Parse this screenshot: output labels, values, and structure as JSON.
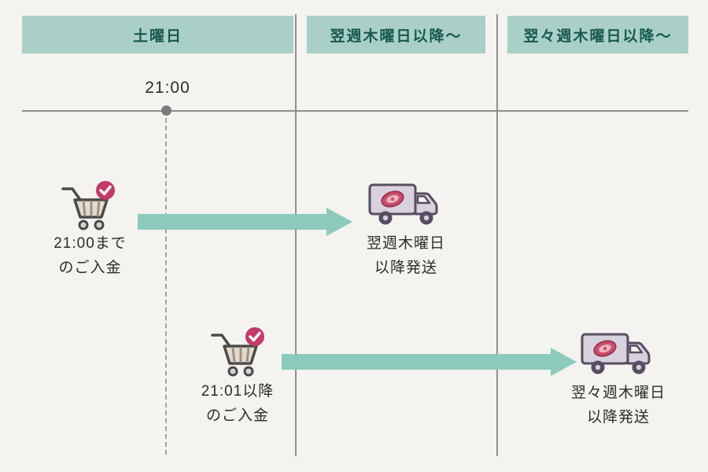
{
  "diagram": {
    "columns": [
      {
        "label": "土曜日"
      },
      {
        "label": "翌週木曜日以降〜"
      },
      {
        "label": "翌々週木曜日以降〜"
      }
    ],
    "timeline": {
      "time": "21:00"
    },
    "scenarios": [
      {
        "payment": {
          "line1": "21:00まで",
          "line2": "のご入金"
        },
        "shipping": {
          "line1": "翌週木曜日",
          "line2": "以降発送"
        }
      },
      {
        "payment": {
          "line1": "21:01以降",
          "line2": "のご入金"
        },
        "shipping": {
          "line1": "翌々週木曜日",
          "line2": "以降発送"
        }
      }
    ],
    "icons": {
      "cart": "shopping-cart-with-check-icon",
      "truck": "delivery-truck-with-meat-icon"
    },
    "colors": {
      "background": "#f4f3ef",
      "header_bg": "#a9cfc6",
      "header_text": "#17594d",
      "arrow": "#8ccabb",
      "line": "#8f8f8f",
      "check_badge": "#c2396b",
      "truck_body": "#d8d1de",
      "truck_outline": "#584d62",
      "meat": "#c94f6b",
      "text": "#2c2c2c"
    }
  }
}
